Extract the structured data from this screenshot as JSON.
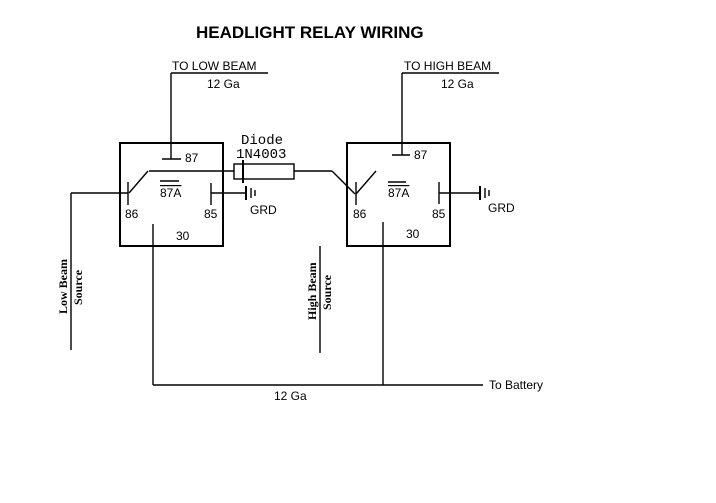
{
  "title": "HEADLIGHT RELAY WIRING",
  "low_relay": {
    "output_label": "TO LOW BEAM",
    "output_gauge": "12 Ga",
    "pin_87": "87",
    "pin_87a": "87A",
    "pin_86": "86",
    "pin_85": "85",
    "pin_30": "30",
    "ground": "GRD"
  },
  "high_relay": {
    "output_label": "TO HIGH BEAM",
    "output_gauge": "12 Ga",
    "pin_87": "87",
    "pin_87a": "87A",
    "pin_86": "86",
    "pin_85": "85",
    "pin_30": "30",
    "ground": "GRD"
  },
  "diode": {
    "label": "Diode",
    "part": "1N4003"
  },
  "sources": {
    "low_beam_line1": "Low Beam",
    "low_beam_line2": "Source",
    "high_beam_line1": "High Beam",
    "high_beam_line2": "Source"
  },
  "battery": {
    "gauge": "12 Ga",
    "label": "To Battery"
  }
}
